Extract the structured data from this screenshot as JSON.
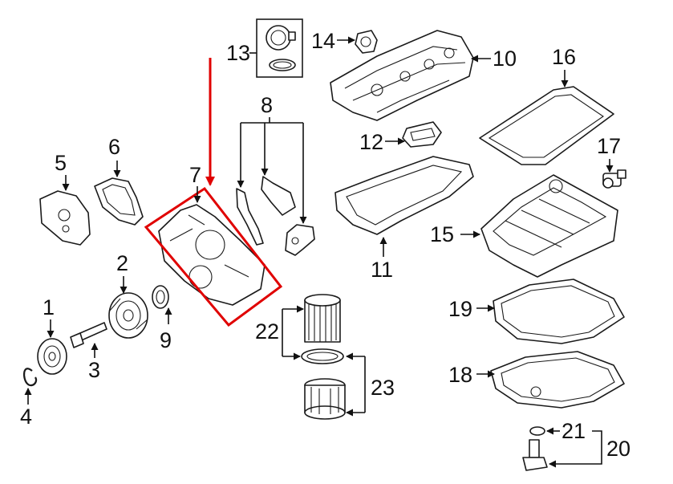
{
  "callouts": {
    "c1": "1",
    "c2": "2",
    "c3": "3",
    "c4": "4",
    "c5": "5",
    "c6": "6",
    "c7": "7",
    "c8": "8",
    "c9": "9",
    "c10": "10",
    "c11": "11",
    "c12": "12",
    "c13": "13",
    "c14": "14",
    "c15": "15",
    "c16": "16",
    "c17": "17",
    "c18": "18",
    "c19": "19",
    "c20": "20",
    "c21": "21",
    "c22": "22",
    "c23": "23"
  },
  "colors": {
    "line": "#1a1a1a",
    "highlight": "#e00000",
    "background": "#ffffff"
  },
  "highlighted_part": "7"
}
